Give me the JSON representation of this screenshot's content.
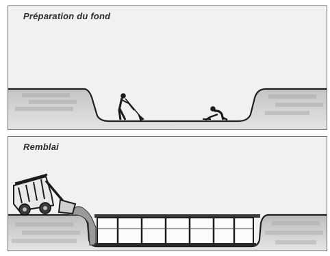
{
  "panels": [
    {
      "title": "Préparation du fond"
    },
    {
      "title": "Remblai"
    }
  ],
  "colors": {
    "sky": "#f1f1f1",
    "ground_shade": "#c9c9c9",
    "ground_line": "#2a2a2a",
    "frame": "#6f6f6f"
  },
  "icons": [
    "worker-with-shovel-icon",
    "crouching-worker-icon",
    "skid-steer-loader-icon",
    "pool-shell"
  ]
}
